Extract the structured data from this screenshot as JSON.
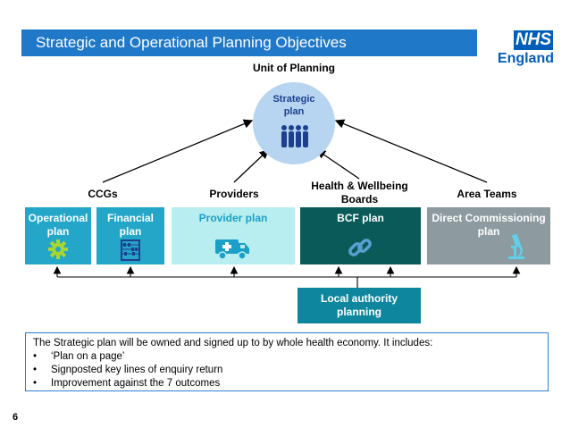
{
  "header": {
    "title": "Strategic and Operational Planning Objectives"
  },
  "logo": {
    "top": "NHS",
    "bottom": "England"
  },
  "diagram": {
    "unit_label": "Unit of Planning",
    "center": {
      "label": "Strategic\nplan",
      "icon": "people-group-icon"
    },
    "groups": [
      {
        "id": "ccgs",
        "label": "CCGs"
      },
      {
        "id": "providers",
        "label": "Providers"
      },
      {
        "id": "hwb",
        "label": "Health & Wellbeing\nBoards"
      },
      {
        "id": "area-teams",
        "label": "Area Teams"
      }
    ],
    "boxes": [
      {
        "id": "operational",
        "label": "Operational\nplan",
        "icon": "gear-icon",
        "bg": "#23a6c8",
        "fg": "#ffffff"
      },
      {
        "id": "financial",
        "label": "Financial\nplan",
        "icon": "abacus-icon",
        "bg": "#23a6c8",
        "fg": "#ffffff"
      },
      {
        "id": "provider",
        "label": "Provider plan",
        "icon": "ambulance-icon",
        "bg": "#b8eef0",
        "fg": "#1aa0c8"
      },
      {
        "id": "bcf",
        "label": "BCF plan",
        "icon": "link-icon",
        "bg": "#0b5a5a",
        "fg": "#ffffff"
      },
      {
        "id": "direct",
        "label": "Direct Commissioning\nplan",
        "icon": "microscope-icon",
        "bg": "#8d9aa0",
        "fg": "#ffffff"
      }
    ],
    "local_authority": {
      "label": "Local authority\nplanning"
    }
  },
  "note": {
    "intro": "The Strategic plan will be owned and signed up to by whole health economy. It includes:",
    "bullets": [
      "‘Plan on a page’",
      "Signposted key lines of enquiry return",
      "Improvement against the 7 outcomes"
    ]
  },
  "page_number": "6",
  "colors": {
    "title_bar": "#1f78c8",
    "circle": "#b7d5f1",
    "nhs_blue": "#005eb8",
    "local_authority": "#0e879e"
  }
}
